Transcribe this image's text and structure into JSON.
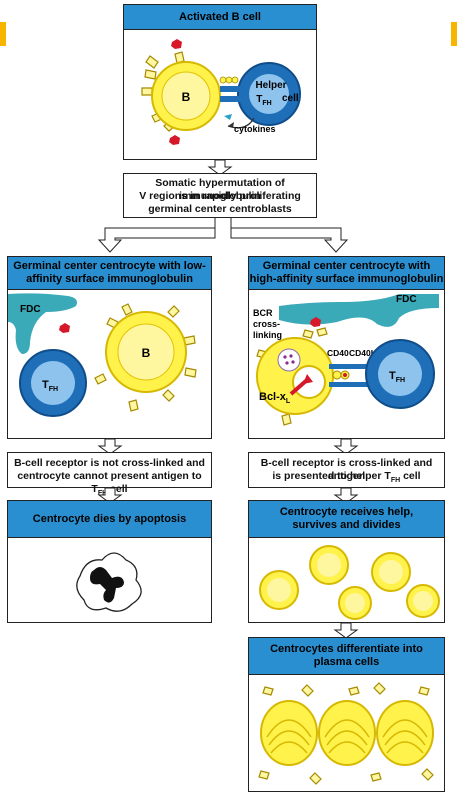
{
  "top": {
    "title": "Activated B cell",
    "labels": {
      "b": "B",
      "helper_line1": "Helper",
      "tfh_main": "T",
      "tfh_sub": "FH",
      "helper_line2": "cell",
      "cytokines": "cytokines"
    }
  },
  "hypermutation": {
    "line1": "Somatic hypermutation of immunoglobulin",
    "line2": "V regions in rapidly proliferating",
    "line3": "germinal center centroblasts"
  },
  "left": {
    "title_line1": "Germinal center centrocyte with low-",
    "title_line2": "affinity surface immunoglobulin",
    "labels": {
      "fdc": "FDC",
      "b": "B",
      "tfh_main": "T",
      "tfh_sub": "FH"
    },
    "step_line1": "B-cell receptor is not cross-linked and",
    "step_line2_pre": "centrocyte cannot present antigen to T",
    "step_line2_sub": "FH",
    "step_line2_post": " cell",
    "outcome": "Centrocyte dies by apoptosis"
  },
  "right": {
    "title_line1": "Germinal center centrocyte with",
    "title_line2": "high-affinity surface immunoglobulin",
    "labels": {
      "fdc": "FDC",
      "bcr1": "BCR",
      "bcr2": "cross-",
      "bcr3": "linking",
      "cd40": "CD40",
      "cd40l": "CD40L",
      "bcl_main": "Bcl-x",
      "bcl_sub": "L",
      "tfh_main": "T",
      "tfh_sub": "FH"
    },
    "step_line1": "B-cell receptor is cross-linked and antigen",
    "step_line2_pre": "is presented to helper T",
    "step_line2_sub": "FH",
    "step_line2_post": " cell",
    "outcome_line1": "Centrocyte receives help,",
    "outcome_line2": "survives and divides",
    "final_line1": "Centrocytes differentiate into",
    "final_line2": "plasma cells"
  },
  "colors": {
    "header_blue": "#2a8fd0",
    "accent_orange": "#f7b500",
    "cell_yellow": "#fff24a",
    "cell_yellow_edge": "#e6c800",
    "tfh_blue": "#1f6fb8",
    "fdc_teal": "#3aa9b8",
    "antigen_red": "#d6182a"
  }
}
